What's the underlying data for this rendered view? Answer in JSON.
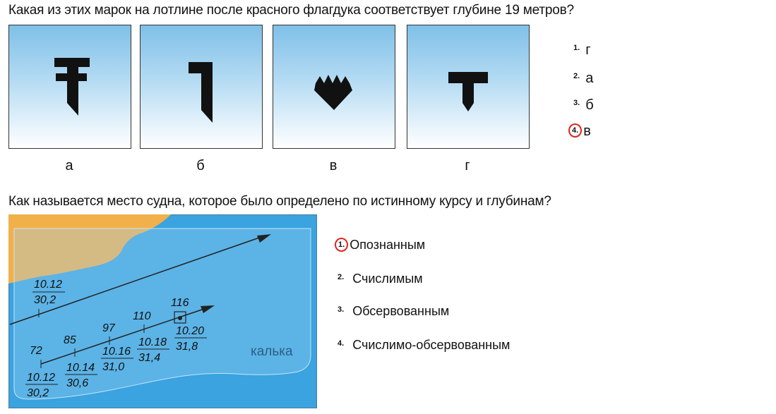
{
  "question1": {
    "title": "Какая из этих марок на лотлине после красного флагдука соответствует глубине 19 метров?",
    "cards": [
      {
        "label": "а",
        "mark": "t-cross-notch-mark"
      },
      {
        "label": "б",
        "mark": "hook-mark"
      },
      {
        "label": "в",
        "mark": "crown-triangle-mark"
      },
      {
        "label": "г",
        "mark": "t-spike-mark"
      }
    ],
    "options": [
      {
        "num": "1.",
        "text": "г",
        "selected": false
      },
      {
        "num": "2.",
        "text": "а",
        "selected": false
      },
      {
        "num": "3.",
        "text": "б",
        "selected": false
      },
      {
        "num": "4.",
        "text": "в",
        "selected": true
      }
    ]
  },
  "question2": {
    "title": "Как называется место судна, которое было определено по истинному курсу и глубинам?",
    "map": {
      "label_tracing": "калька",
      "annot_top_line": {
        "num": "10.12",
        "den": "30,2"
      },
      "depths": [
        "72",
        "85",
        "97",
        "110",
        "116"
      ],
      "fractions": [
        {
          "num": "10.12",
          "den": "30,2"
        },
        {
          "num": "10.14",
          "den": "30,6"
        },
        {
          "num": "10.16",
          "den": "31,0"
        },
        {
          "num": "10.18",
          "den": "31,4"
        },
        {
          "num": "10.20",
          "den": "31,8"
        }
      ],
      "colors": {
        "sea": "#3aa3e0",
        "land": "#f2b04a",
        "tracing": "#9fd2f0"
      }
    },
    "options": [
      {
        "num": "1.",
        "text": "Опознанным",
        "selected": true
      },
      {
        "num": "2.",
        "text": "Счислимым",
        "selected": false
      },
      {
        "num": "3.",
        "text": "Обсервованным",
        "selected": false
      },
      {
        "num": "4.",
        "text": "Счислимо-обсервованным",
        "selected": false
      }
    ]
  },
  "colors": {
    "answer_circle": "#e0211e"
  }
}
